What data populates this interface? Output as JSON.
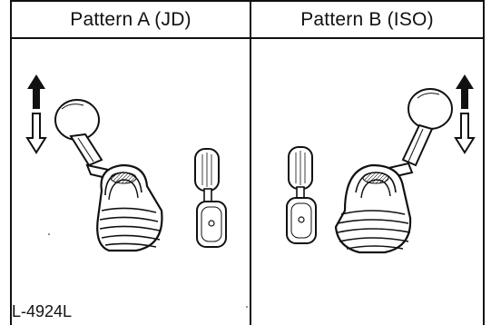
{
  "header": {
    "left_label": "Pattern A (JD)",
    "right_label": "Pattern B (ISO)"
  },
  "figure_code": "L-4924L",
  "icons": {
    "left_arrows": [
      "arrow-up-icon",
      "arrow-down-icon"
    ],
    "right_arrows": [
      "arrow-up-icon",
      "arrow-down-icon"
    ],
    "left_levers": [
      "shift-lever-boot-icon",
      "small-lever-icon"
    ],
    "right_levers": [
      "shift-lever-boot-icon",
      "small-lever-icon"
    ]
  },
  "colors": {
    "ink": "#111111",
    "paper": "#ffffff"
  }
}
